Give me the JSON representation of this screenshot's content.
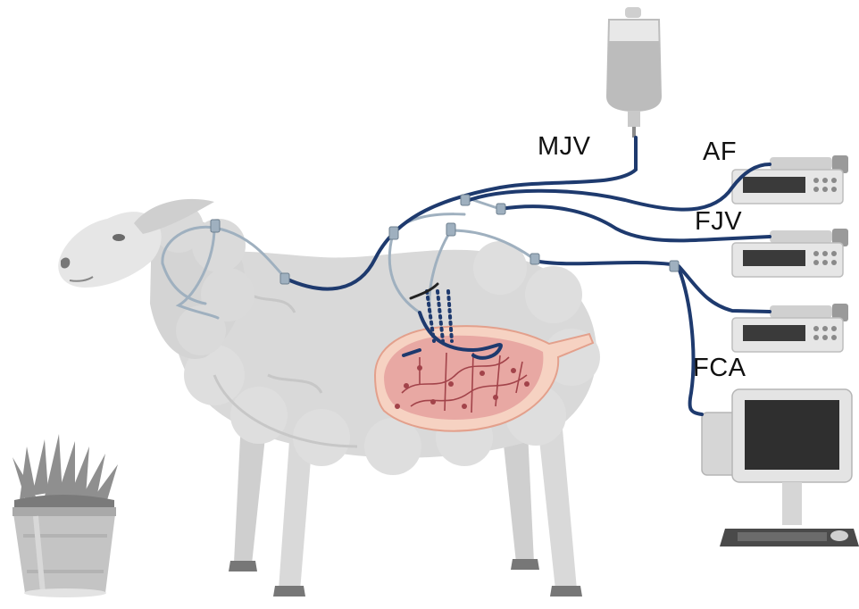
{
  "labels": {
    "mjv": "MJV",
    "af": "AF",
    "fjv": "FJV",
    "fca": "FCA"
  },
  "colors": {
    "tube_dark": "#1e3a6e",
    "tube_light": "#9fb0bf",
    "sheep_body": "#d9d9d9",
    "sheep_shadow": "#bdbdbd",
    "uterus": "#e9a79c",
    "fetus_vessels": "#a2434a",
    "device": "#e6e6e6",
    "screen": "#2f2f2f"
  },
  "icons": {
    "animal": "sheep-icon",
    "iv_bag": "iv-bag-icon",
    "pumps": "syringe-pump-icon",
    "monitor": "computer-monitor-icon",
    "bucket": "grass-bucket-icon",
    "uterus": "pregnant-uterus-icon"
  }
}
